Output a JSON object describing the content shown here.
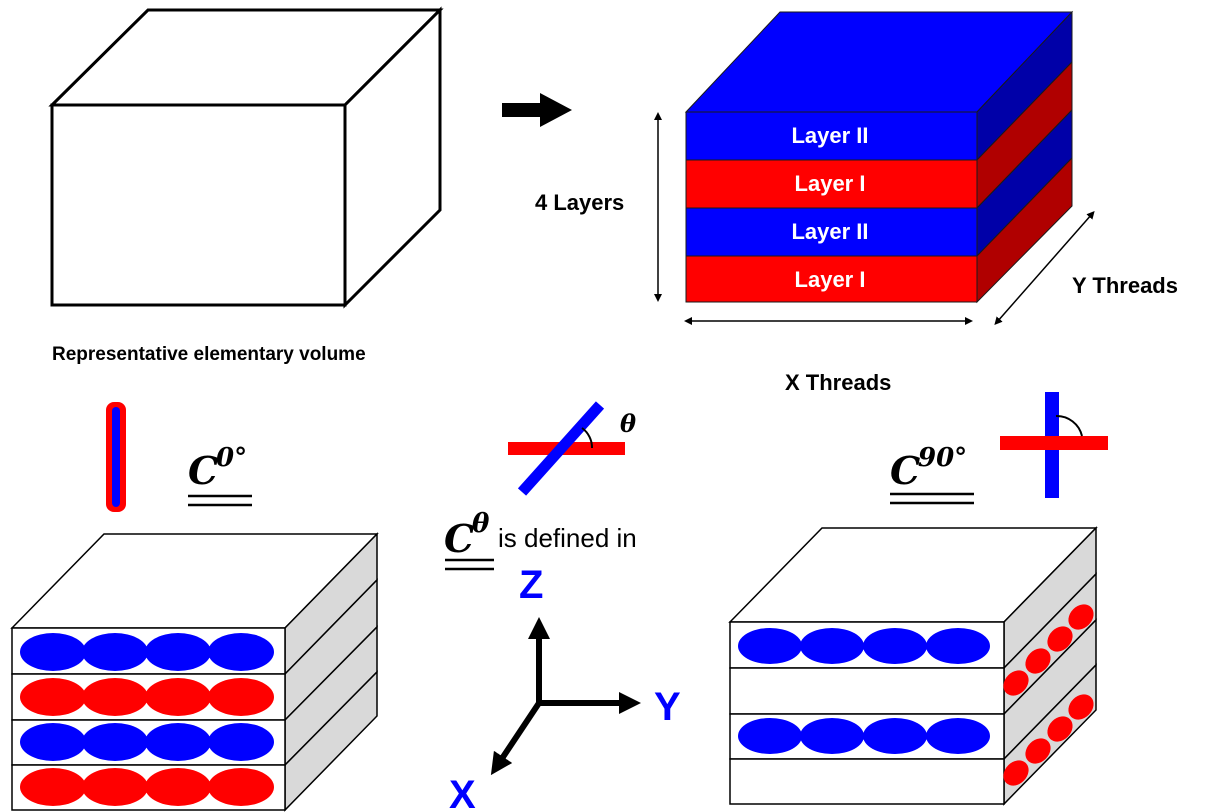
{
  "rev": {
    "caption": "Representative elementary volume"
  },
  "layered": {
    "layers": [
      "Layer II",
      "Layer I",
      "Layer II",
      "Layer I"
    ],
    "layers_count_label": "4 Layers",
    "x_label": "X Threads",
    "y_label": "Y Threads"
  },
  "tensors": {
    "c0": {
      "base": "C",
      "sup": "0°"
    },
    "c90": {
      "base": "C",
      "sup": "90°"
    },
    "ctheta": {
      "base": "C",
      "sup": "θ",
      "suffix": "is defined in"
    },
    "theta_label": "θ"
  },
  "axes": {
    "z": "Z",
    "y": "Y",
    "x": "X"
  },
  "colors": {
    "blue": "#0000FF",
    "red": "#FF0000",
    "dark_blue": "#0000A8",
    "dark_red": "#B00000",
    "gray": "#D9D9D9",
    "black": "#000000"
  }
}
